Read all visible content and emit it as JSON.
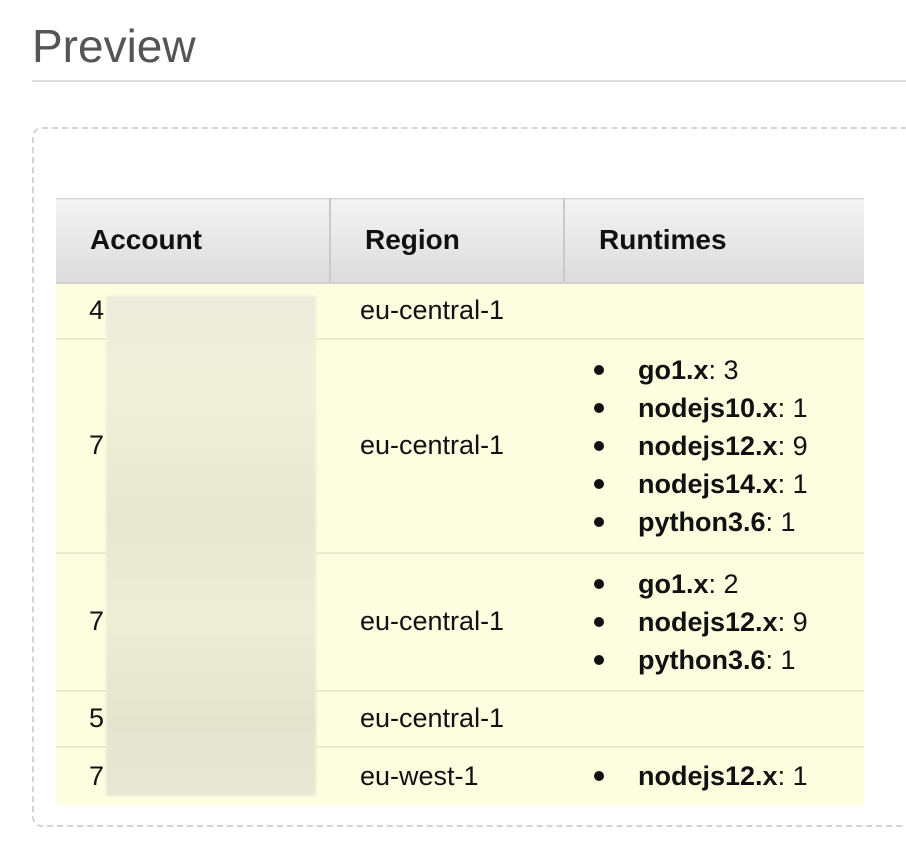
{
  "page": {
    "title": "Preview"
  },
  "table": {
    "headers": {
      "account": "Account",
      "region": "Region",
      "runtimes": "Runtimes"
    },
    "rows": [
      {
        "account": "4",
        "region": "eu-central-1",
        "runtimes": []
      },
      {
        "account": "7",
        "region": "eu-central-1",
        "runtimes": [
          {
            "name": "go1.x",
            "count": ": 3"
          },
          {
            "name": "nodejs10.x",
            "count": ": 1"
          },
          {
            "name": "nodejs12.x",
            "count": ": 9"
          },
          {
            "name": "nodejs14.x",
            "count": ": 1"
          },
          {
            "name": "python3.6",
            "count": ": 1"
          }
        ]
      },
      {
        "account": "7",
        "region": "eu-central-1",
        "runtimes": [
          {
            "name": "go1.x",
            "count": ": 2"
          },
          {
            "name": "nodejs12.x",
            "count": ": 9"
          },
          {
            "name": "python3.6",
            "count": ": 1"
          }
        ]
      },
      {
        "account": "5",
        "region": "eu-central-1",
        "runtimes": []
      },
      {
        "account": "7",
        "region": "eu-west-1",
        "runtimes": [
          {
            "name": "nodejs12.x",
            "count": ": 1"
          }
        ]
      }
    ]
  },
  "colors": {
    "row_background": "#fdfde0",
    "header_background": "#e6e6e6",
    "title_color": "#555555"
  }
}
